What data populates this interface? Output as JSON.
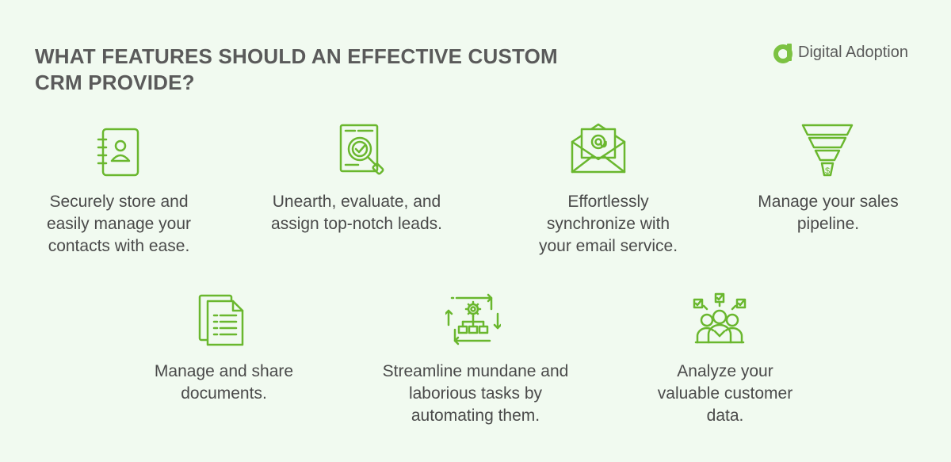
{
  "title": "WHAT FEATURES SHOULD AN EFFECTIVE CUSTOM\nCRM PROVIDE?",
  "brand": {
    "name": "Digital Adoption",
    "color": "#7cc242"
  },
  "accent_color": "#7cc242",
  "features": [
    {
      "icon": "contact-book-icon",
      "text": "Securely store and\neasily manage your\ncontacts with ease."
    },
    {
      "icon": "lead-search-icon",
      "text": "Unearth, evaluate, and\nassign top-notch leads."
    },
    {
      "icon": "email-envelope-icon",
      "text": "Effortlessly\nsynchronize with\nyour email service."
    },
    {
      "icon": "sales-funnel-icon",
      "text": "Manage your sales\npipeline."
    },
    {
      "icon": "documents-icon",
      "text": "Manage and share\ndocuments."
    },
    {
      "icon": "automation-gear-icon",
      "text": "Streamline mundane and\nlaborious tasks by\nautomating them."
    },
    {
      "icon": "customer-analytics-icon",
      "text": "Analyze your\nvaluable customer\ndata."
    }
  ]
}
